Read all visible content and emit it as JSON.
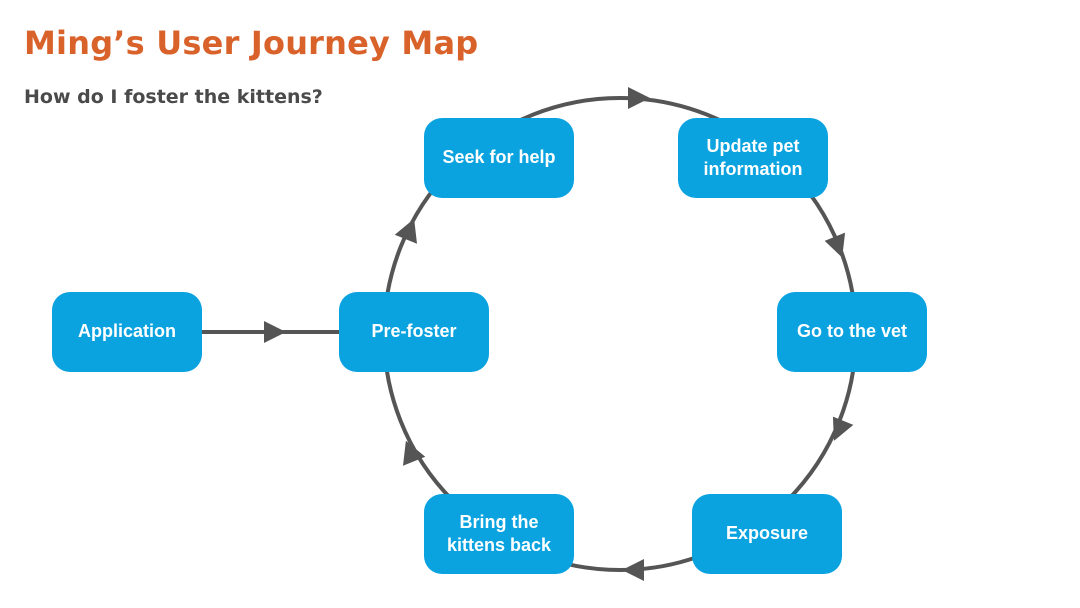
{
  "header": {
    "title": "Ming’s User Journey Map",
    "subtitle": "How do I foster the kittens?"
  },
  "nodes": {
    "application": "Application",
    "pre_foster": "Pre-foster",
    "seek_help": "Seek for help",
    "update_pet": "Update pet\ninformation",
    "go_vet": "Go to the vet",
    "exposure": "Exposure",
    "bring_back": "Bring the\nkittens back"
  },
  "colors": {
    "title": "#D9622B",
    "subtitle": "#4A4A4A",
    "node_fill": "#0AA3E0",
    "node_text": "#FFFFFF",
    "connector": "#555555"
  }
}
